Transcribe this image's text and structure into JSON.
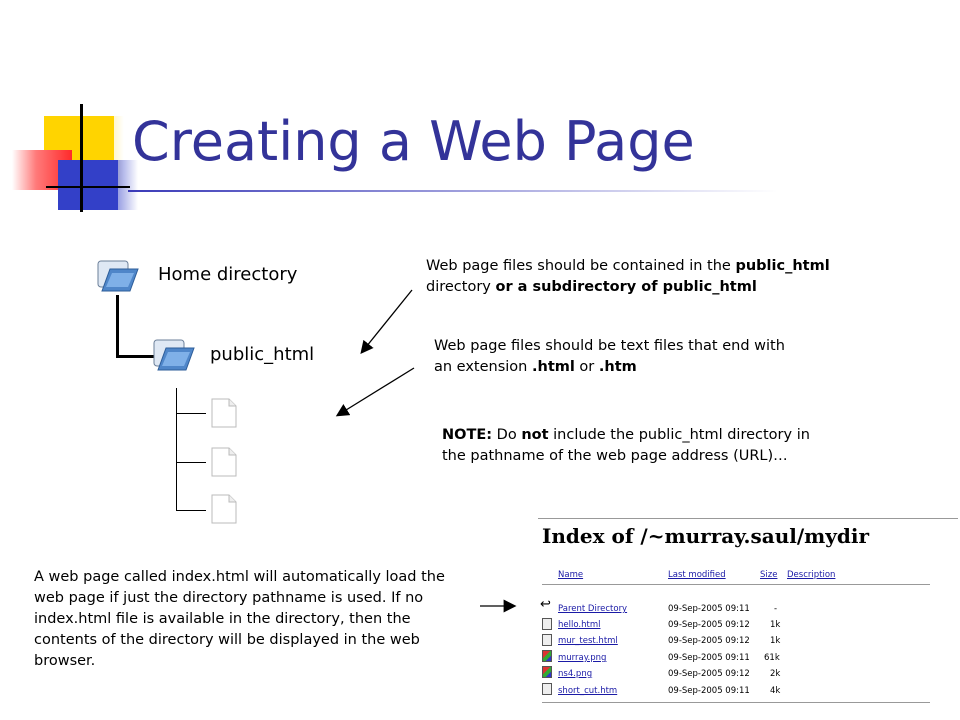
{
  "title": "Creating a Web Page",
  "tree": {
    "home_label": "Home directory",
    "public_label": "public_html"
  },
  "notes": {
    "n1_pre": "Web page files should be contained in the ",
    "n1_b1": "public_html",
    "n1_mid": "directory ",
    "n1_b2": "or a subdirectory of public_html",
    "n2_pre": "Web page files should be text files that end with",
    "n2_mid": "an extension ",
    "n2_b1": ".html",
    "n2_or": " or ",
    "n2_b2": ".htm",
    "n3_b1": "NOTE:",
    "n3_t1": " Do ",
    "n3_b2": "not",
    "n3_t2": " include the public_html directory in",
    "n3_t3": "the pathname of the web page address (URL)…"
  },
  "index_note": "A web page called index.html will automatically load the web page if just the directory pathname is used. If no index.html file is available in the directory, then the contents of the directory will be displayed in the web browser.",
  "listing": {
    "title": "Index of /~murray.saul/mydir",
    "headers": {
      "name": "Name",
      "modified": "Last modified",
      "size": "Size",
      "desc": "Description"
    },
    "rows": [
      {
        "name": "Parent Directory",
        "date": "09-Sep-2005 09:11",
        "size": "-",
        "icon": "back-arrow-icon"
      },
      {
        "name": "hello.html",
        "date": "09-Sep-2005 09:12",
        "size": "1k",
        "icon": "text-file-icon"
      },
      {
        "name": "mur_test.html",
        "date": "09-Sep-2005 09:12",
        "size": "1k",
        "icon": "text-file-icon"
      },
      {
        "name": "murray.png",
        "date": "09-Sep-2005 09:11",
        "size": "61k",
        "icon": "image-file-icon"
      },
      {
        "name": "ns4.png",
        "date": "09-Sep-2005 09:12",
        "size": "2k",
        "icon": "image-file-icon"
      },
      {
        "name": "short_cut.htm",
        "date": "09-Sep-2005 09:11",
        "size": "4k",
        "icon": "text-file-icon"
      }
    ]
  },
  "colors": {
    "title": "#333399",
    "link": "#1a1aa6"
  }
}
